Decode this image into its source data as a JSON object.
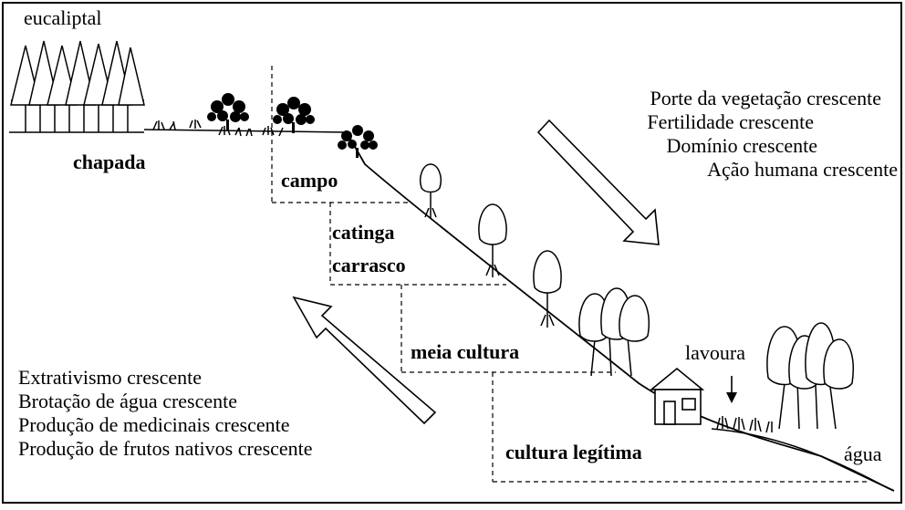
{
  "labels": {
    "eucaliptal": "eucaliptal",
    "chapada": "chapada",
    "campo": "campo",
    "catinga": "catinga",
    "carrasco": "carrasco",
    "meia_cultura": "meia cultura",
    "cultura_legitima": "cultura legítima",
    "lavoura": "lavoura",
    "agua": "água"
  },
  "downward_trends": [
    "Porte da vegetação crescente",
    "Fertilidade crescente",
    "Domínio crescente",
    "Ação humana crescente"
  ],
  "upward_trends": [
    "Extrativismo crescente",
    "Brotação de água crescente",
    "Produção de medicinais crescente",
    "Produção de frutos nativos crescente"
  ],
  "colors": {
    "ink": "#000000",
    "background": "#ffffff"
  },
  "icons": [
    "eucalyptus-tree-icon",
    "shrub-icon",
    "tree-icon",
    "house-icon",
    "grass-tuft-icon",
    "arrow-icon"
  ]
}
